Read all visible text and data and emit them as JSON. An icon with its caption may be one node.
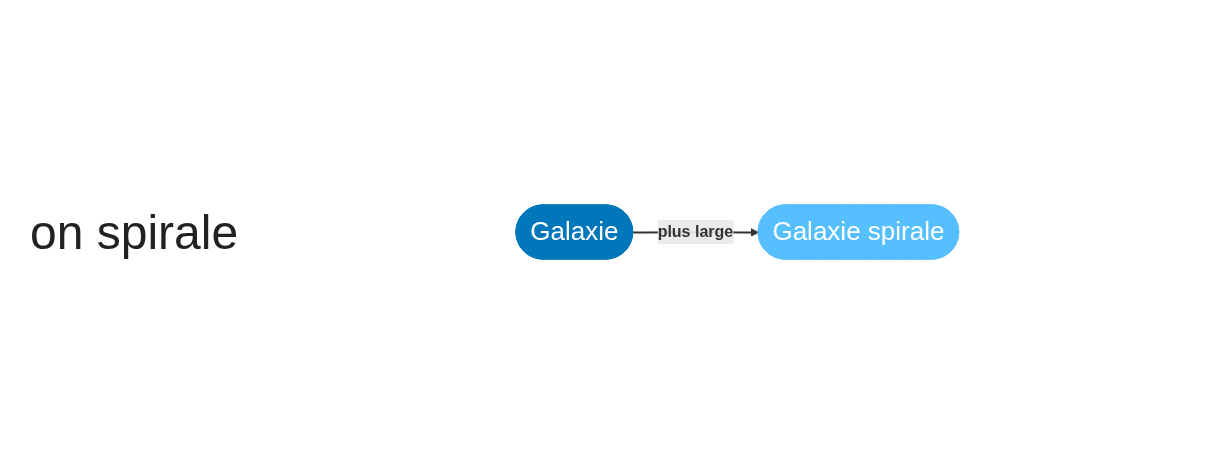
{
  "diagram": {
    "nodes": [
      {
        "text": [
          "Galaxie"
        ]
      },
      {
        "text": [
          "Galaxie spirale"
        ]
      }
    ],
    "edges": [
      {
        "from": 0,
        "to": 1,
        "arrow": "to",
        "label": "plus large"
      }
    ],
    "labels": [
      "on spirale"
    ]
  }
}
